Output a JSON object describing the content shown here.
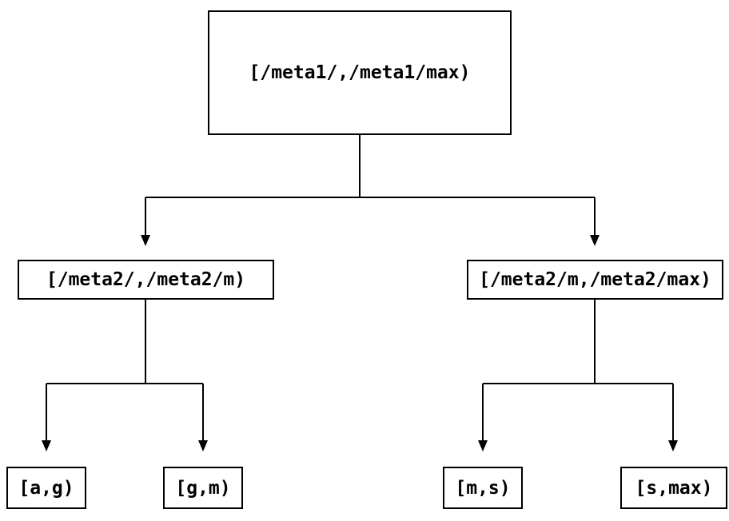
{
  "diagram": {
    "type": "tree",
    "colors": {
      "background": "#ffffff",
      "line": "#000000",
      "node_fill": "#ffffff",
      "node_border": "#000000",
      "text": "#000000"
    },
    "nodes": {
      "root": {
        "label": "[/meta1/,/meta1/max)"
      },
      "level2_left": {
        "label": "[/meta2/,/meta2/m)"
      },
      "level2_right": {
        "label": "[/meta2/m,/meta2/max)"
      },
      "leaf_a_g": {
        "label": "[a,g)"
      },
      "leaf_g_m": {
        "label": "[g,m)"
      },
      "leaf_m_s": {
        "label": "[m,s)"
      },
      "leaf_s_max": {
        "label": "[s,max)"
      }
    },
    "edges": [
      {
        "from": "root",
        "to": "level2_left"
      },
      {
        "from": "root",
        "to": "level2_right"
      },
      {
        "from": "level2_left",
        "to": "leaf_a_g"
      },
      {
        "from": "level2_left",
        "to": "leaf_g_m"
      },
      {
        "from": "level2_right",
        "to": "leaf_m_s"
      },
      {
        "from": "level2_right",
        "to": "leaf_s_max"
      }
    ]
  }
}
